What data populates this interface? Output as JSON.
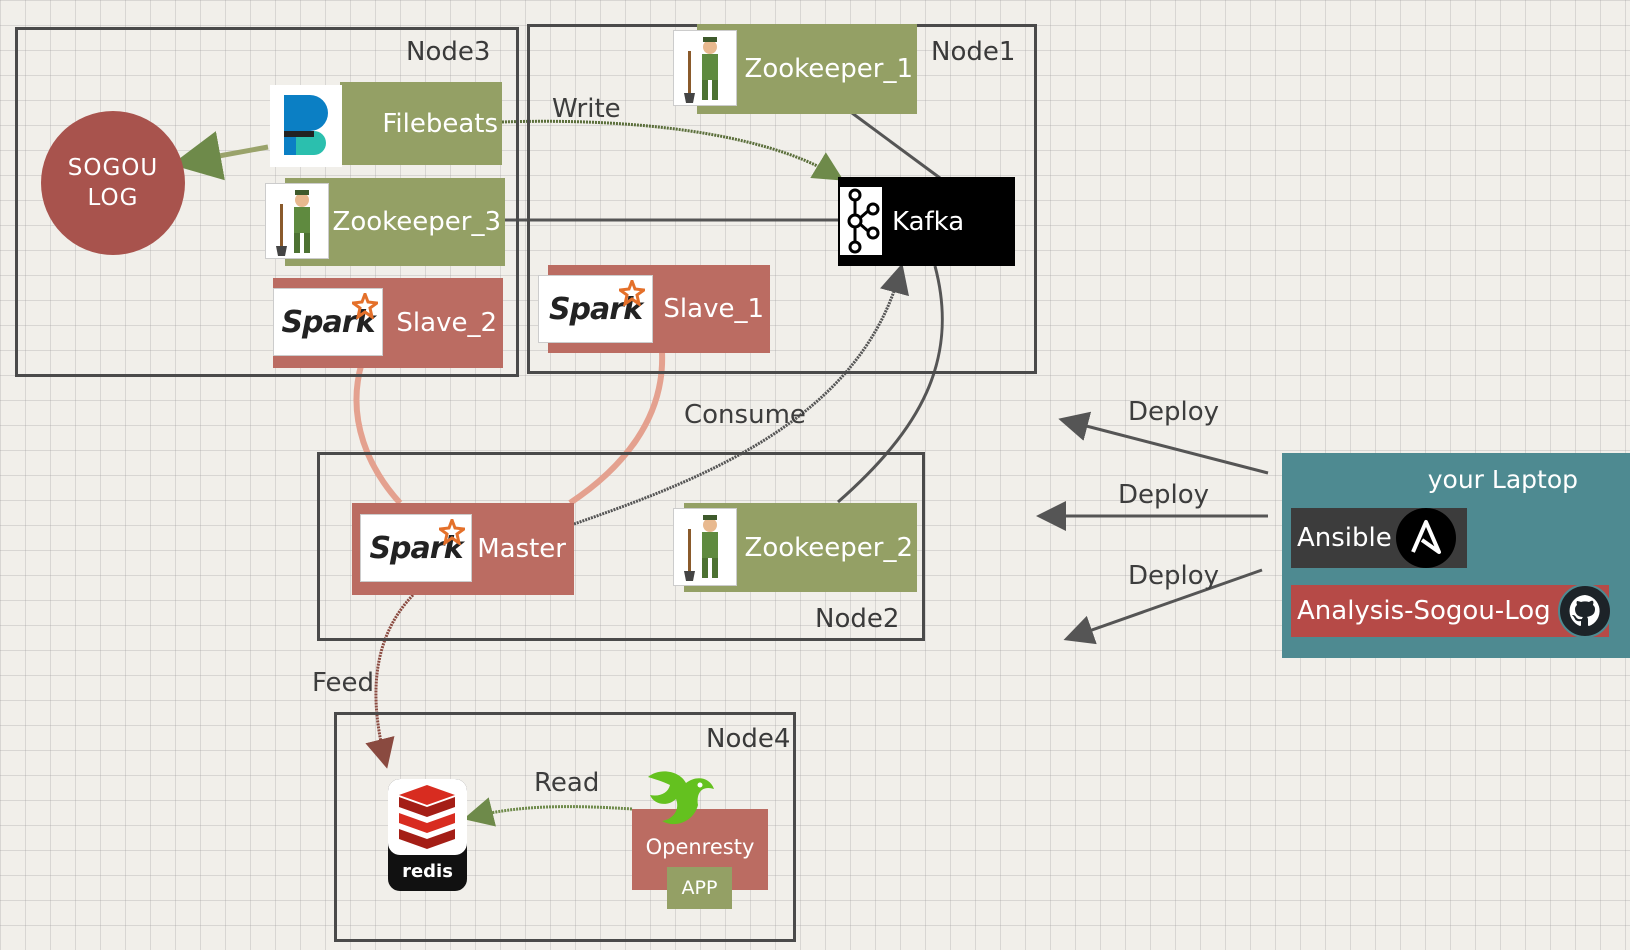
{
  "nodes": {
    "node1": "Node1",
    "node2": "Node2",
    "node3": "Node3",
    "node4": "Node4"
  },
  "components": {
    "sogou_log": "SOGOU\nLOG",
    "filebeats": "Filebeats",
    "zookeeper_1": "Zookeeper_1",
    "zookeeper_2": "Zookeeper_2",
    "zookeeper_3": "Zookeeper_3",
    "kafka": "Kafka",
    "slave_1": "Slave_1",
    "slave_2": "Slave_2",
    "master": "Master",
    "redis": "redis",
    "openresty": "Openresty",
    "app": "APP",
    "spark_logo": "Spark"
  },
  "edges": {
    "write": "Write",
    "consume": "Consume",
    "feed": "Feed",
    "read": "Read",
    "deploy_1": "Deploy",
    "deploy_2": "Deploy",
    "deploy_3": "Deploy"
  },
  "laptop": {
    "title": "your Laptop",
    "ansible": "Ansible",
    "repo": "Analysis-Sogou-Log"
  },
  "colors": {
    "green": "#94a065",
    "red": "#bb6c62",
    "laptop": "#4e8a91",
    "kafka": "#000000",
    "spark_link": "#e4a18f"
  },
  "icons": [
    "filebeat-icon",
    "zookeeper-icon",
    "kafka-icon",
    "spark-icon",
    "redis-icon",
    "openresty-icon",
    "ansible-icon",
    "github-icon"
  ]
}
